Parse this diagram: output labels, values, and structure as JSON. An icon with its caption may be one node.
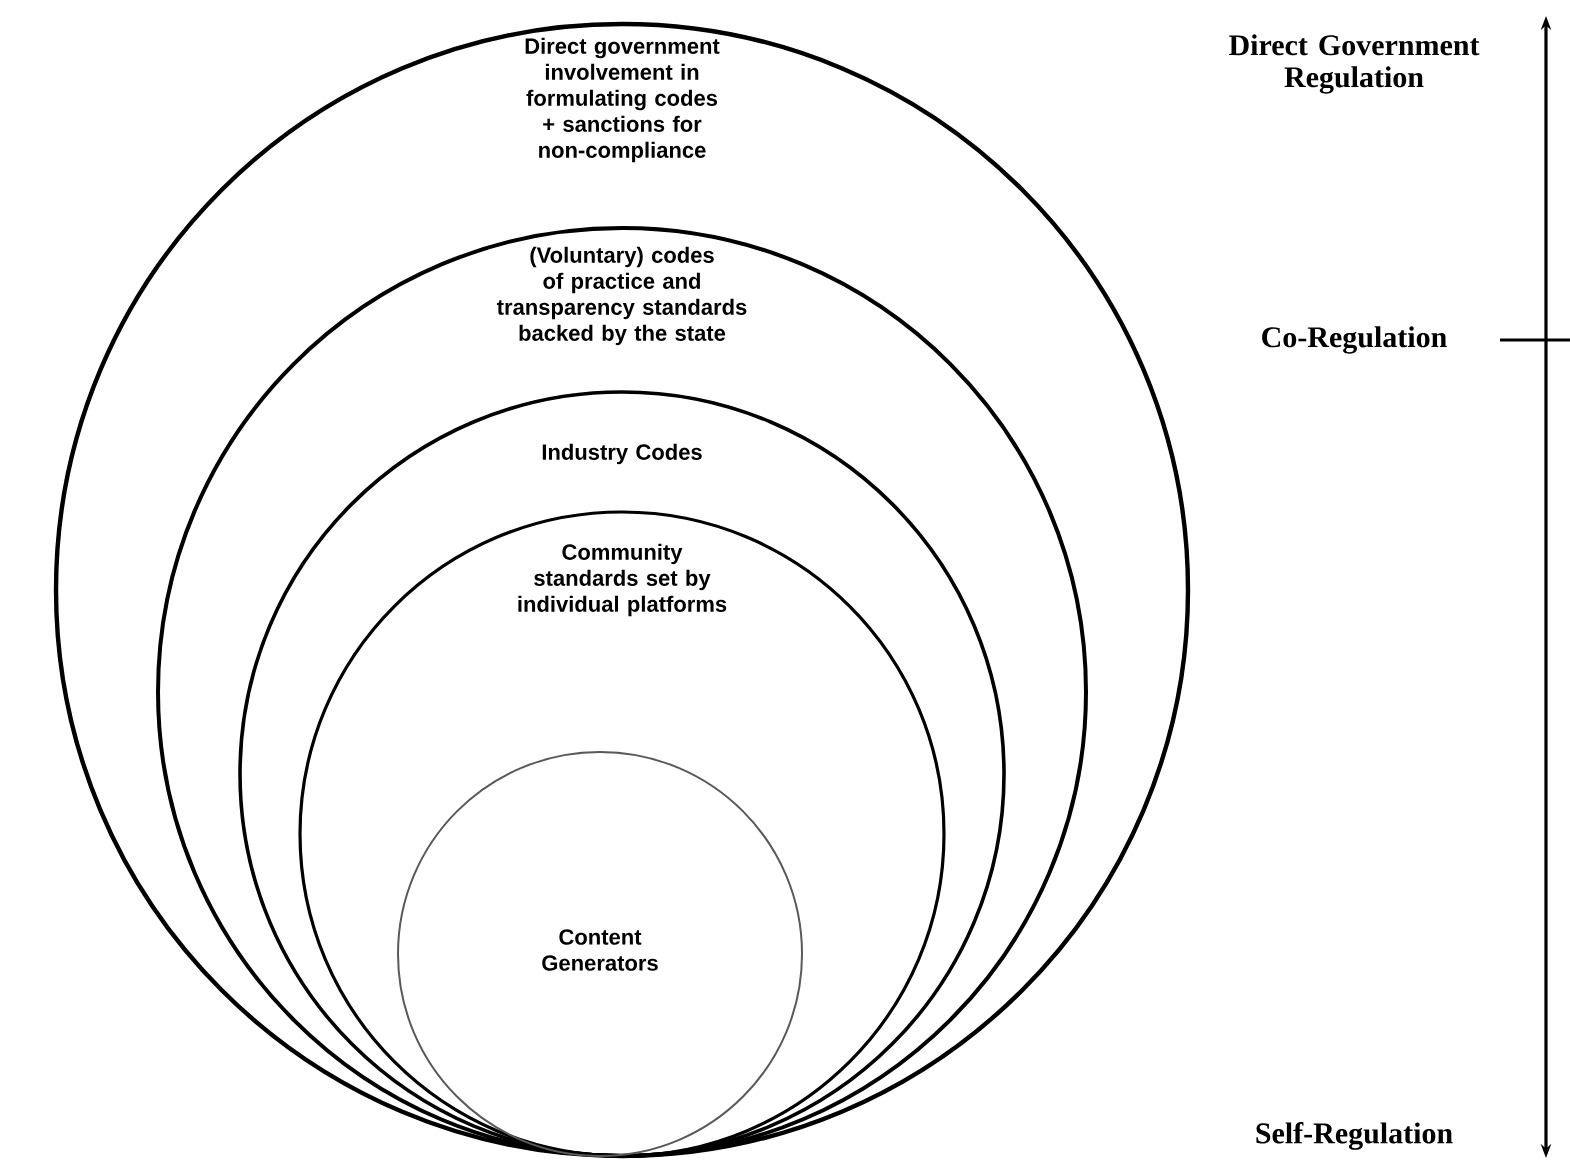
{
  "diagram": {
    "nodes": [
      {
        "text": [
          "Direct government involvement in formulating codes + sanctions for non-compliance"
        ]
      },
      {
        "text": [
          "(Voluntary) codes of practice and transparency standards backed by the state"
        ],
        "in": 0
      },
      {
        "text": [
          "Industry Codes"
        ],
        "in": 1
      },
      {
        "text": [
          "Community standards set by individual platforms"
        ],
        "in": 2
      },
      {
        "text": [
          "Content Generators"
        ],
        "in": 3
      }
    ],
    "labels": [
      "Direct Government Regulation",
      "Co-Regulation",
      "Self-Regulation"
    ]
  }
}
